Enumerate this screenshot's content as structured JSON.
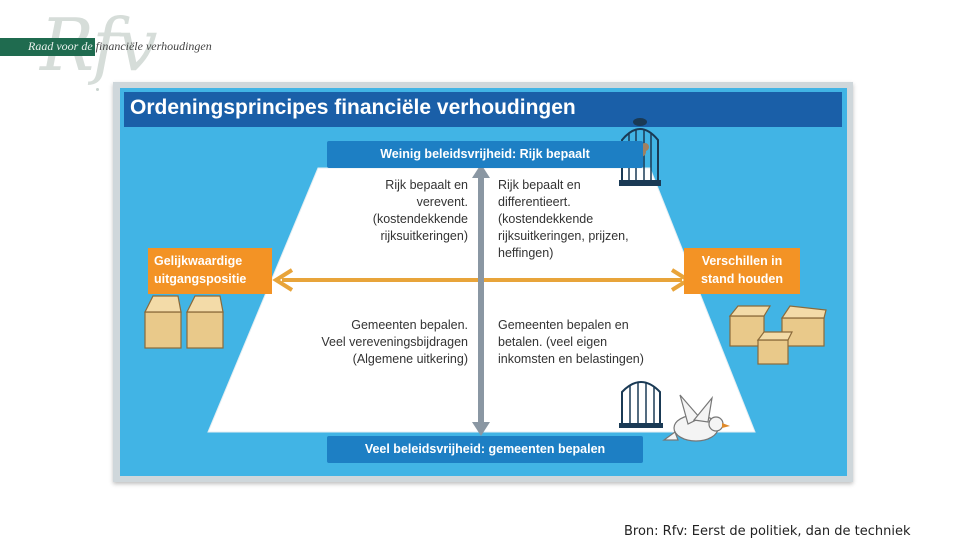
{
  "logo": {
    "mark": "Rfv",
    "text_part1": "Raad voor de",
    "text_part2": " financiële verhoudingen"
  },
  "diagram": {
    "title": "Ordeningsprincipes financiële verhoudingen",
    "top_label": "Weinig beleidsvrijheid: Rijk bepaalt",
    "bottom_label": "Veel beleidsvrijheid: gemeenten bepalen",
    "left_label": [
      "Gelijkwaardige",
      "uitgangspositie"
    ],
    "right_label": [
      "Verschillen in",
      "stand houden"
    ],
    "quadrant_top_left": [
      "Rijk bepaalt en",
      "verevent.",
      "(kostendekkende",
      "rijksuitkeringen)"
    ],
    "quadrant_top_right": [
      "Rijk bepaalt en",
      "differentieert.",
      "(kostendekkende",
      "rijksuitkeringen, prijzen,",
      "heffingen)"
    ],
    "quadrant_bottom_left": [
      "Gemeenten bepalen.",
      "Veel vereveningsbijdragen",
      "(Algemene uitkering)"
    ],
    "quadrant_bottom_right": [
      "Gemeenten bepalen en",
      "betalen. (veel eigen",
      "inkomsten en belastingen)"
    ],
    "icons": {
      "caged_bird": "caged-bird-icon",
      "free_bird": "free-bird-icon",
      "boxes_equal": "two-boxes-icon",
      "boxes_varied": "stacked-boxes-icon"
    },
    "colors": {
      "title_bar": "#1a5fa8",
      "panel": "#41b4e5",
      "label_blue": "#1d7fc4",
      "label_orange": "#f39325",
      "arrow_horizontal": "#e8a43a",
      "arrow_vertical": "#8a97a3"
    }
  },
  "source": "Bron: Rfv: Eerst de politiek, dan de techniek"
}
